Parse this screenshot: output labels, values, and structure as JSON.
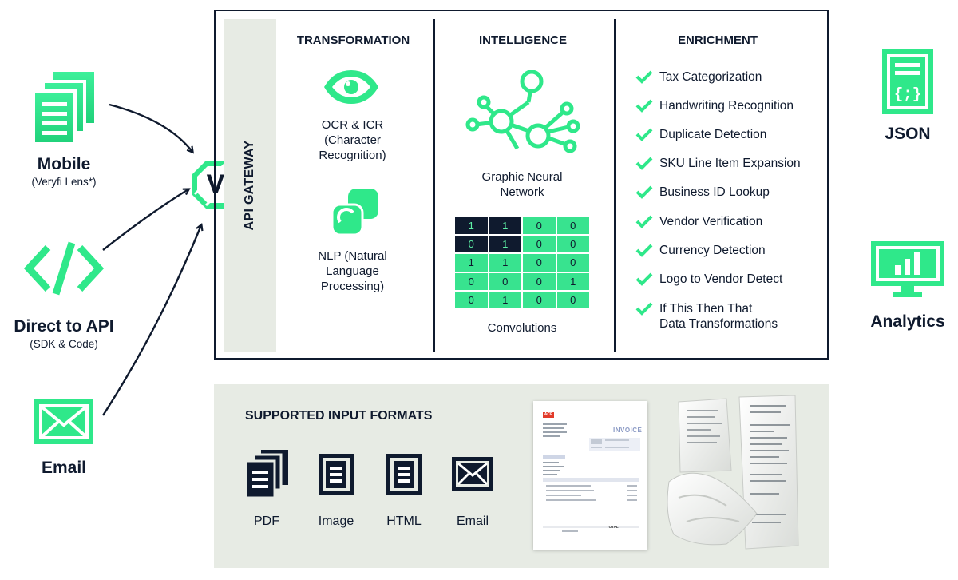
{
  "sources": [
    {
      "title": "Mobile",
      "subtitle": "(Veryfi Lens*)",
      "icon": "documents-icon"
    },
    {
      "title": "Direct to API",
      "subtitle": "(SDK & Code)",
      "icon": "code-icon"
    },
    {
      "title": "Email",
      "subtitle": "",
      "icon": "envelope-icon"
    }
  ],
  "logo_letter": "V",
  "gateway_label": "API GATEWAY",
  "transformation": {
    "heading": "TRANSFORMATION",
    "items": [
      {
        "label": "OCR & ICR (Character Recognition)",
        "lines": [
          "OCR & ICR",
          "(Character",
          "Recognition)"
        ]
      },
      {
        "label": "NLP (Natural Language Processing)",
        "lines": [
          "NLP (Natural",
          "Language",
          "Processing)"
        ]
      }
    ]
  },
  "intelligence": {
    "heading": "INTELLIGENCE",
    "network_lines": [
      "Graphic Neural",
      "Network"
    ],
    "matrix": [
      [
        "1",
        "1",
        "0",
        "0"
      ],
      [
        "0",
        "1",
        "0",
        "0"
      ],
      [
        "1",
        "1",
        "0",
        "0"
      ],
      [
        "0",
        "0",
        "0",
        "1"
      ],
      [
        "0",
        "1",
        "0",
        "0"
      ]
    ],
    "matrix_dark": [
      [
        0,
        0
      ],
      [
        0,
        1
      ],
      [
        1,
        0
      ],
      [
        1,
        1
      ]
    ],
    "convolutions_label": "Convolutions"
  },
  "enrichment": {
    "heading": "ENRICHMENT",
    "items": [
      [
        "Tax Categorization"
      ],
      [
        "Handwriting Recognition"
      ],
      [
        "Duplicate Detection"
      ],
      [
        "SKU Line Item Expansion"
      ],
      [
        "Business ID Lookup"
      ],
      [
        "Vendor Verification"
      ],
      [
        "Currency Detection"
      ],
      [
        "Logo to Vendor Detect"
      ],
      [
        "If This Then That",
        "Data Transformations"
      ]
    ]
  },
  "outputs": [
    {
      "title": "JSON",
      "icon": "json-document-icon"
    },
    {
      "title": "Analytics",
      "icon": "monitor-chart-icon"
    }
  ],
  "formats": {
    "title": "SUPPORTED INPUT FORMATS",
    "items": [
      {
        "label": "PDF",
        "icon": "pdf-icon"
      },
      {
        "label": "Image",
        "icon": "image-file-icon"
      },
      {
        "label": "HTML",
        "icon": "html-file-icon"
      },
      {
        "label": "Email",
        "icon": "email-icon"
      }
    ]
  },
  "invoice_sample": {
    "badge": "ACE",
    "heading": "INVOICE",
    "total_label": "TOTAL"
  },
  "colors": {
    "accent": "#2fe88a",
    "navy": "#0f1a2e",
    "panel_bg": "#e7ebe4"
  }
}
